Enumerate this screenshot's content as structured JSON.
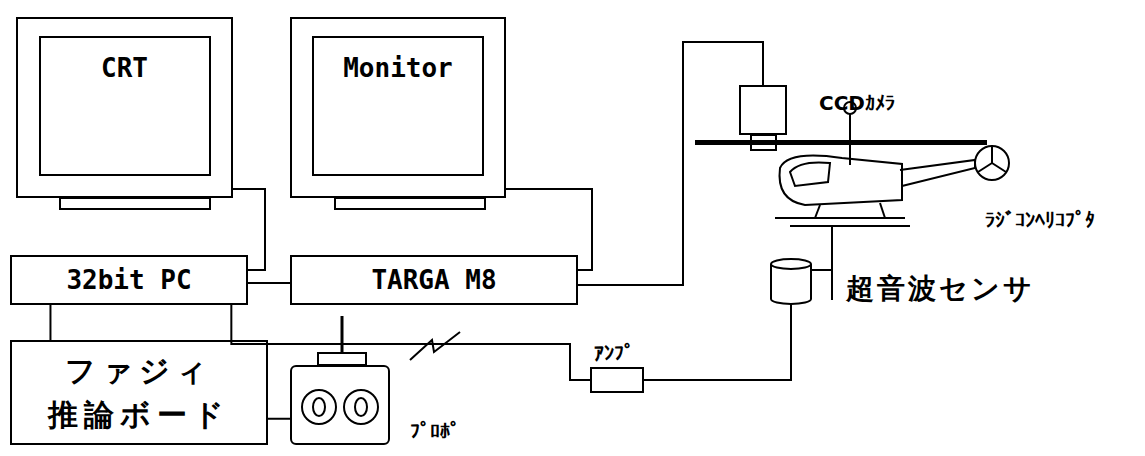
{
  "diagram": {
    "nodes": [
      {
        "text": [
          "CRT"
        ]
      },
      {
        "text": [
          "Monitor"
        ]
      },
      {
        "text": [
          "32bit PC"
        ]
      },
      {
        "text": [
          "TARGA M8"
        ]
      },
      {
        "text": [
          "ファジィ 推論ボード"
        ]
      },
      {
        "text": [
          "ﾌﾟﾛﾎﾟ"
        ]
      },
      {
        "text": [
          "ｱﾝﾌﾟ"
        ]
      },
      {
        "text": [
          "CCDｶﾒﾗ"
        ]
      },
      {
        "text": [
          "ﾗｼﾞｺﾝﾍﾘｺﾌﾟﾀ"
        ]
      },
      {
        "text": [
          "超音波センサ"
        ]
      }
    ],
    "edges": [
      {
        "from": 0,
        "to": 2,
        "arrow": "none"
      },
      {
        "from": 1,
        "to": 3,
        "arrow": "none"
      },
      {
        "from": 2,
        "to": 3,
        "arrow": "none"
      },
      {
        "from": 3,
        "to": 7,
        "arrow": "none"
      },
      {
        "from": 2,
        "to": 4,
        "arrow": "none"
      },
      {
        "from": 4,
        "to": 5,
        "arrow": "none"
      },
      {
        "from": 2,
        "to": 6,
        "arrow": "none"
      },
      {
        "from": 6,
        "to": 9,
        "arrow": "none"
      }
    ]
  }
}
